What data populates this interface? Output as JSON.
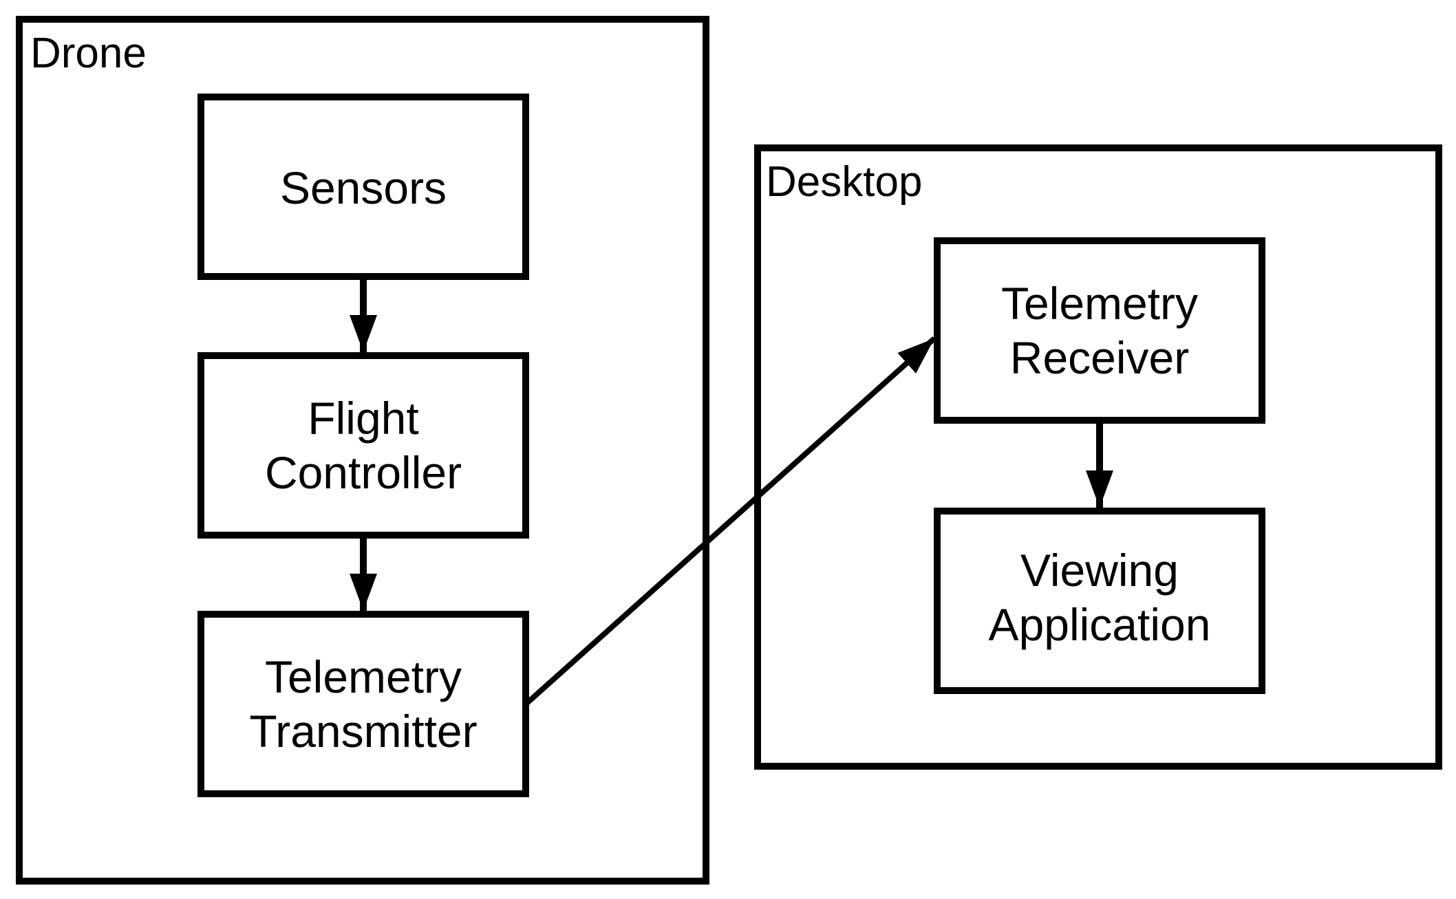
{
  "colors": {
    "stroke": "#000000",
    "background": "#ffffff"
  },
  "containers": {
    "drone": {
      "label": "Drone"
    },
    "desktop": {
      "label": "Desktop"
    }
  },
  "nodes": {
    "sensors": {
      "lines": [
        "Sensors"
      ]
    },
    "flight_controller": {
      "lines": [
        "Flight",
        "Controller"
      ]
    },
    "telemetry_transmitter": {
      "lines": [
        "Telemetry",
        "Transmitter"
      ]
    },
    "telemetry_receiver": {
      "lines": [
        "Telemetry",
        "Receiver"
      ]
    },
    "viewing_application": {
      "lines": [
        "Viewing",
        "Application"
      ]
    }
  },
  "edges": [
    {
      "from": "Sensors",
      "to": "Flight Controller"
    },
    {
      "from": "Flight Controller",
      "to": "Telemetry Transmitter"
    },
    {
      "from": "Telemetry Transmitter",
      "to": "Telemetry Receiver"
    },
    {
      "from": "Telemetry Receiver",
      "to": "Viewing Application"
    }
  ]
}
